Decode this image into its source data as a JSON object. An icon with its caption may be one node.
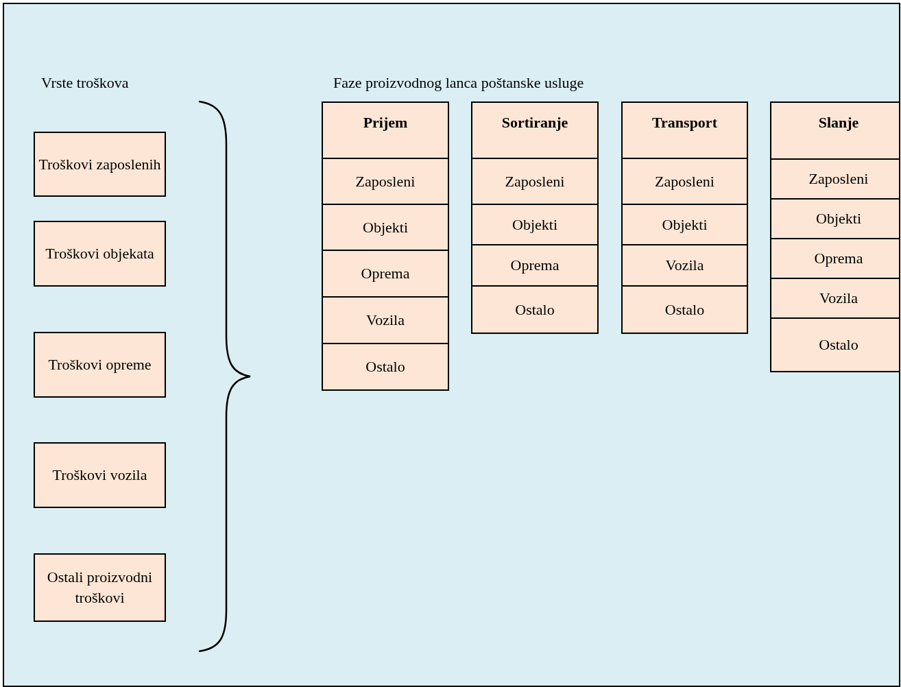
{
  "diagram": {
    "nodes": [
      {
        "text": [
          "Troškovi zaposlenih"
        ]
      },
      {
        "text": [
          "Troškovi objekata"
        ]
      },
      {
        "text": [
          "Troškovi opreme"
        ]
      },
      {
        "text": [
          "Troškovi vozila"
        ]
      },
      {
        "text": [
          "Ostali proizvodni troškovi"
        ]
      },
      {
        "text": [
          "Prijem"
        ]
      },
      {
        "text": [
          "Zaposleni"
        ]
      },
      {
        "text": [
          "Objekti"
        ]
      },
      {
        "text": [
          "Oprema"
        ]
      },
      {
        "text": [
          "Vozila"
        ]
      },
      {
        "text": [
          "Ostalo"
        ]
      },
      {
        "text": [
          "Sortiranje"
        ]
      },
      {
        "text": [
          "Zaposleni"
        ]
      },
      {
        "text": [
          "Objekti"
        ]
      },
      {
        "text": [
          "Oprema"
        ]
      },
      {
        "text": [
          "Ostalo"
        ]
      },
      {
        "text": [
          "Transport"
        ]
      },
      {
        "text": [
          "Zaposleni"
        ]
      },
      {
        "text": [
          "Objekti"
        ]
      },
      {
        "text": [
          "Vozila"
        ]
      },
      {
        "text": [
          "Ostalo"
        ]
      },
      {
        "text": [
          "Slanje"
        ]
      },
      {
        "text": [
          "Zaposleni"
        ]
      },
      {
        "text": [
          "Objekti"
        ]
      },
      {
        "text": [
          "Oprema"
        ]
      },
      {
        "text": [
          "Vozila"
        ]
      },
      {
        "text": [
          "Ostalo"
        ]
      }
    ],
    "labels": [
      "Vrste troškova",
      "Faze proizvodnog lanca poštanske usluge"
    ]
  }
}
